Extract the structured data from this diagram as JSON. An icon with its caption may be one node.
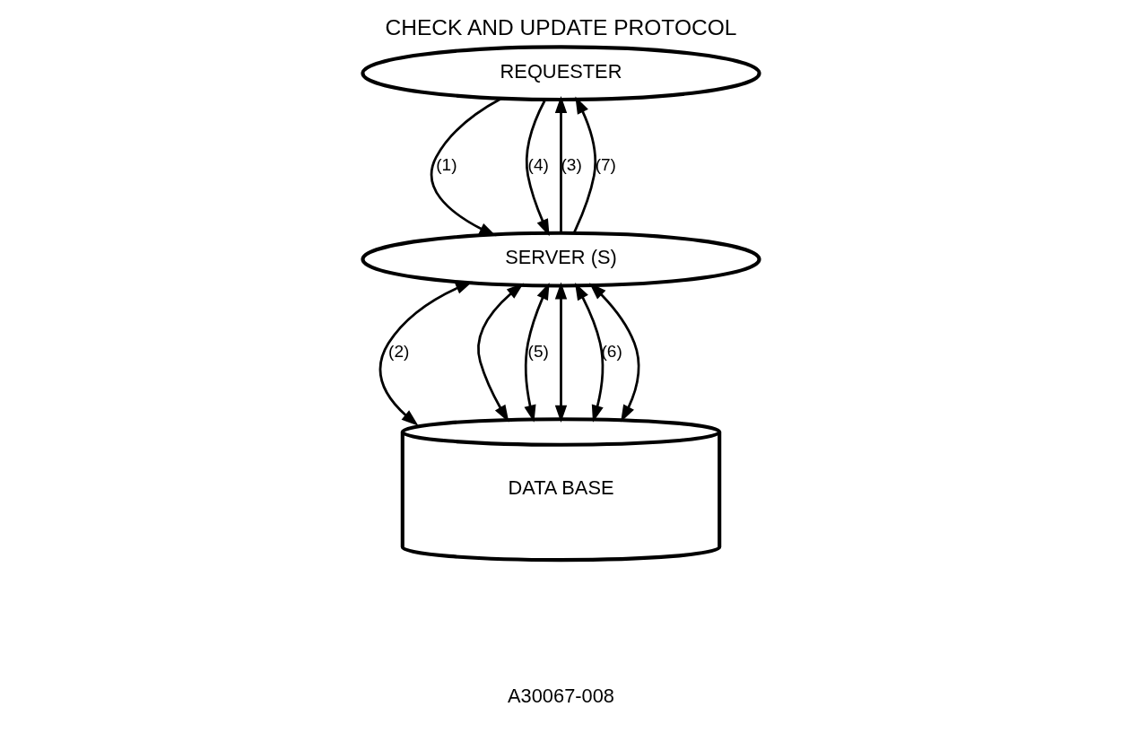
{
  "diagram": {
    "title": "CHECK AND UPDATE PROTOCOL",
    "nodes": [
      {
        "text": [
          "REQUESTER"
        ]
      },
      {
        "text": [
          "SERVER (S)"
        ]
      },
      {
        "text": [
          "DATA BASE"
        ]
      }
    ],
    "edges": [
      {
        "from": 0,
        "to": 1,
        "arrow": "to",
        "label": "(1)"
      },
      {
        "from": 1,
        "to": 0,
        "arrow": "to",
        "label": "(3)"
      },
      {
        "from": 0,
        "to": 1,
        "arrow": "to",
        "label": "(4)"
      },
      {
        "from": 1,
        "to": 0,
        "arrow": "to",
        "label": "(7)"
      },
      {
        "from": 1,
        "to": 2,
        "arrow": "both",
        "label": "(2)"
      },
      {
        "from": 1,
        "to": 2,
        "arrow": "both"
      },
      {
        "from": 1,
        "to": 2,
        "arrow": "both",
        "label": "(5)"
      },
      {
        "from": 1,
        "to": 2,
        "arrow": "both"
      },
      {
        "from": 1,
        "to": 2,
        "arrow": "both",
        "label": "(6)"
      },
      {
        "from": 1,
        "to": 2,
        "arrow": "both"
      }
    ],
    "labels": [
      "A30067-008"
    ]
  }
}
